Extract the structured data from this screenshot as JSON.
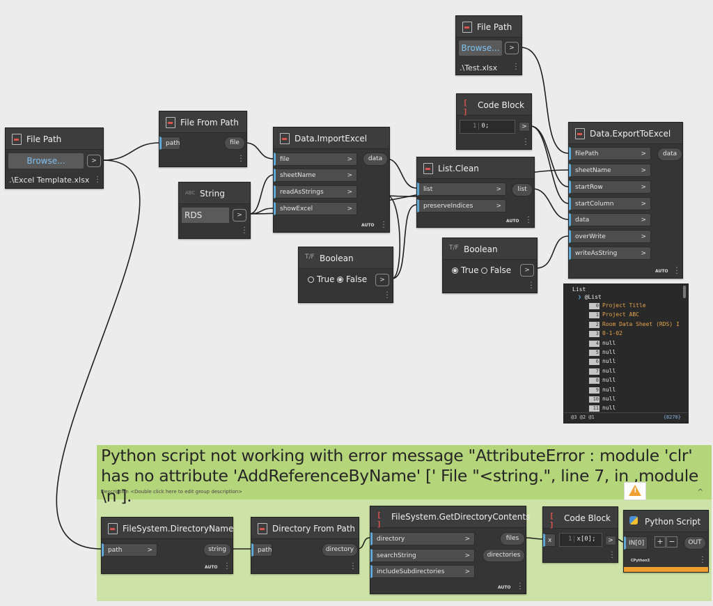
{
  "nodes": {
    "filepath_left": {
      "title": "File Path",
      "browse": "Browse...",
      "path": ".\\Excel Template.xlsx",
      "out": ">"
    },
    "filepath_top": {
      "title": "File Path",
      "browse": "Browse...",
      "path": ".\\Test.xlsx",
      "out": ">"
    },
    "file_from_path": {
      "title": "File From Path",
      "in": [
        "path"
      ],
      "out": "file"
    },
    "string": {
      "title": "String",
      "badge": "ABC",
      "value": "RDS",
      "out": ">"
    },
    "import_excel": {
      "title": "Data.ImportExcel",
      "in": [
        "file",
        "sheetName",
        "readAsStrings",
        "showExcel"
      ],
      "out": "data",
      "lacing": "AUTO"
    },
    "bool_1": {
      "title": "Boolean",
      "badge": "T/F",
      "true_label": "True",
      "false_label": "False",
      "selected": "False",
      "out": ">"
    },
    "code_block_top": {
      "title": "Code Block",
      "line": "1",
      "code": "0;",
      "out": ">"
    },
    "list_clean": {
      "title": "List.Clean",
      "in": [
        "list",
        "preserveIndices"
      ],
      "out": "list",
      "lacing": "AUTO"
    },
    "bool_2": {
      "title": "Boolean",
      "badge": "T/F",
      "true_label": "True",
      "false_label": "False",
      "selected": "True",
      "out": ">"
    },
    "export_excel": {
      "title": "Data.ExportToExcel",
      "in": [
        "filePath",
        "sheetName",
        "startRow",
        "startColumn",
        "data",
        "overWrite",
        "writeAsString"
      ],
      "out": "data",
      "lacing": "AUTO"
    },
    "dir_name": {
      "title": "FileSystem.DirectoryName",
      "in": [
        "path"
      ],
      "out": "string",
      "lacing": "AUTO"
    },
    "dir_from_path": {
      "title": "Directory From Path",
      "in": [
        "path"
      ],
      "out": "directory"
    },
    "get_dir_contents": {
      "title": "FileSystem.GetDirectoryContents",
      "in": [
        "directory",
        "searchString",
        "includeSubdirectories"
      ],
      "out": [
        "files",
        "directories"
      ],
      "lacing": "AUTO"
    },
    "code_block_bottom": {
      "title": "Code Block",
      "in": "x",
      "line": "1",
      "code": "x[0];",
      "out": ">"
    },
    "python": {
      "title": "Python Script",
      "in": "IN[0]",
      "plus": "+",
      "minus": "−",
      "out": "OUT",
      "engine": "CPython3"
    }
  },
  "watch": {
    "root": "List",
    "sub": "@List",
    "items": [
      {
        "i": "0",
        "v": "Project Title",
        "kind": "str"
      },
      {
        "i": "1",
        "v": "Project ABC",
        "kind": "str"
      },
      {
        "i": "2",
        "v": "Room Data Sheet (RDS) I",
        "kind": "str"
      },
      {
        "i": "3",
        "v": "0-1-02",
        "kind": "str"
      },
      {
        "i": "4",
        "v": "null",
        "kind": "null"
      },
      {
        "i": "5",
        "v": "null",
        "kind": "null"
      },
      {
        "i": "6",
        "v": "null",
        "kind": "null"
      },
      {
        "i": "7",
        "v": "null",
        "kind": "null"
      },
      {
        "i": "8",
        "v": "null",
        "kind": "null"
      },
      {
        "i": "9",
        "v": "null",
        "kind": "null"
      },
      {
        "i": "10",
        "v": "null",
        "kind": "null"
      },
      {
        "i": "11",
        "v": "null",
        "kind": "null"
      }
    ],
    "levels": "@3 @2 @1",
    "count": "{8270}"
  },
  "group": {
    "title": "Python script not working with error message \"AttributeError : module 'clr' has no attribute 'AddReferenceByName' [' File \"<string.\", line 7, in ,module \\n'].",
    "description": "Description <Double click here to edit group description>",
    "collapse": "^"
  },
  "warning_icon": "warning-triangle",
  "colors": {
    "canvas": "#ececec",
    "node": "#353535",
    "wire": "#1f1f1f",
    "group_header": "#b5d57b",
    "group_body": "#cde2a6",
    "input_port": "#5fa8d8",
    "value_string": "#e6a34e",
    "python_bar": "#f0a030"
  }
}
